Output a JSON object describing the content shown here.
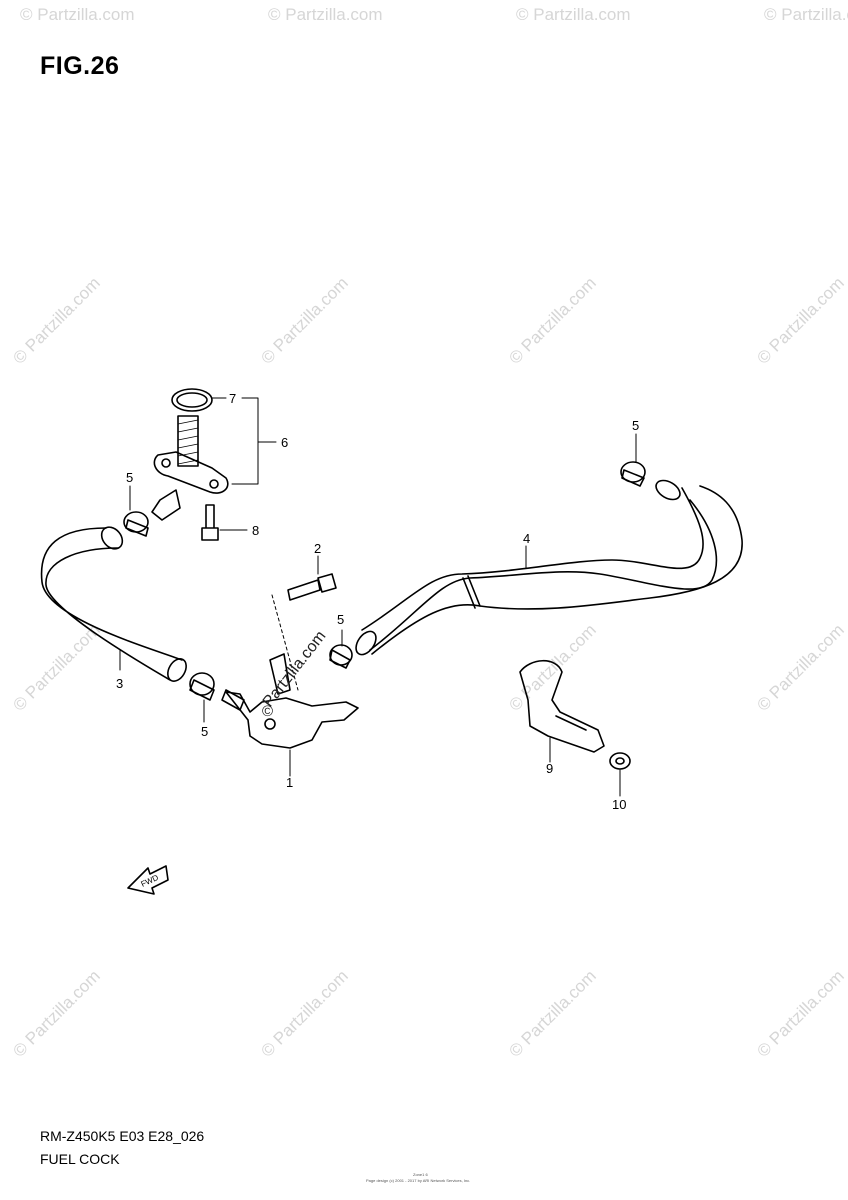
{
  "figure": {
    "title": "FIG.26"
  },
  "footer": {
    "model_code": "RM-Z450K5 E03 E28_026",
    "section_name": "FUEL COCK"
  },
  "callouts": {
    "c1": "1",
    "c2": "2",
    "c3": "3",
    "c4": "4",
    "c5a": "5",
    "c5b": "5",
    "c5c": "5",
    "c5d": "5",
    "c6": "6",
    "c7": "7",
    "c8": "8",
    "c9": "9",
    "c10": "10"
  },
  "watermark": {
    "text": "© Partzilla.com",
    "center_text": "Partzilla.com"
  },
  "fwd_arrow": {
    "label": "FWD"
  },
  "page_credit": {
    "line1": "Zone1 6",
    "line2": "Page design (c) 2001 - 2017 by ARI Network Services, Inc."
  }
}
